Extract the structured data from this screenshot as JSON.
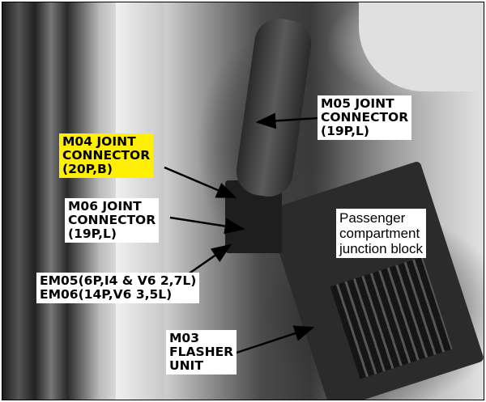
{
  "labels": {
    "m05": "M05 JOINT\nCONNECTOR\n(19P,L)",
    "m04": "M04 JOINT\nCONNECTOR\n(20P,B)",
    "m06": "M06 JOINT\nCONNECTOR\n(19P,L)",
    "em": "EM05(6P,I4 & V6 2,7L)\nEM06(14P,V6 3,5L)",
    "junction": "Passenger\ncompartment\njunction block",
    "m03": "M03\nFLASHER\nUNIT"
  },
  "colors": {
    "highlight": "#ffef00",
    "label_bg": "#ffffff",
    "arrow": "#000000"
  }
}
